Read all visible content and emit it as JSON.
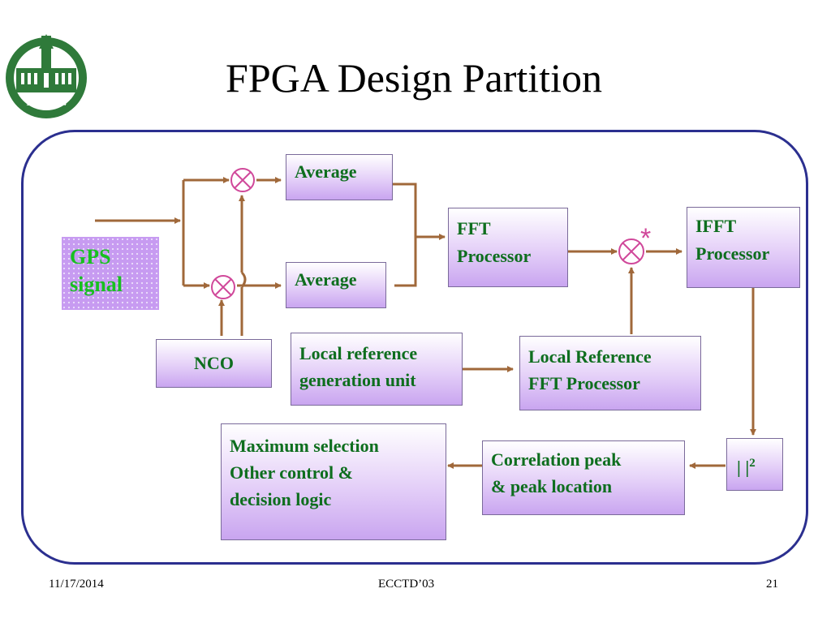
{
  "title": "FPGA Design Partition",
  "gps_signal": {
    "line1": "GPS",
    "line2": "signal"
  },
  "blocks": {
    "average_top": "Average",
    "average_bottom": "Average",
    "fft_processor": {
      "line1": "FFT",
      "line2": "Processor"
    },
    "ifft_processor": {
      "line1": "IFFT",
      "line2": "Processor"
    },
    "nco": "NCO",
    "local_reference_generation": {
      "line1": "Local reference",
      "line2": "generation unit"
    },
    "local_reference_fft": {
      "line1": "Local Reference",
      "line2": "FFT Processor"
    },
    "maximum_selection": {
      "line1": "Maximum selection",
      "line2": "Other control &",
      "line3": "decision logic"
    },
    "correlation_peak": {
      "line1": "Correlation peak",
      "line2": "& peak location"
    },
    "magnitude_squared": {
      "bars": "| |",
      "exponent": "2"
    }
  },
  "conjugate_marker": "*",
  "footer": {
    "date": "11/17/2014",
    "center": "ECCTD’03",
    "page": "21"
  },
  "colors": {
    "wire": "#a0683a",
    "frame": "#2b2f8f",
    "block_text": "#0e6e1e",
    "gps_text": "#18c020",
    "block_fill": "#c9a5f0",
    "mixer": "#d0489a"
  },
  "icons": {
    "logo": "university-building-seal-1904",
    "mixer": "multiplier-circle-x"
  }
}
